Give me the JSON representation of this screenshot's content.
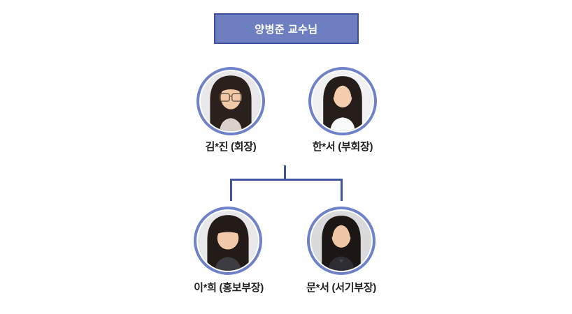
{
  "header": {
    "label": "양병준 교수님"
  },
  "colors": {
    "box_fill": "#6D7FC1",
    "box_border": "#3D4F9C",
    "circle_border": "#6F81C8",
    "connector": "#3F55A3",
    "label_text": "#1f1f1f"
  },
  "members": {
    "top": [
      {
        "name": "김*진 (회장)",
        "avatar": "female-portrait-long-hair-glasses-icon"
      },
      {
        "name": "한*서 (부회장)",
        "avatar": "female-portrait-middle-part-white-top-icon"
      }
    ],
    "bottom": [
      {
        "name": "이*희 (홍보부장)",
        "avatar": "female-portrait-bangs-dark-top-icon"
      },
      {
        "name": "문*서 (서기부장)",
        "avatar": "female-portrait-middle-part-dark-top-icon"
      }
    ]
  }
}
